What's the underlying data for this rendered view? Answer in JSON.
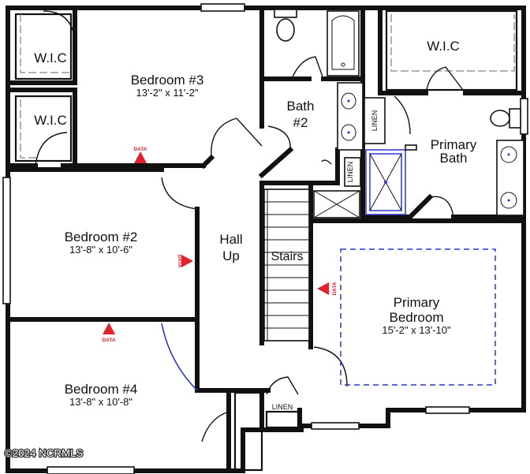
{
  "rooms": {
    "wic_1": {
      "name": "W.I.C"
    },
    "wic_2": {
      "name": "W.I.C"
    },
    "wic_primary": {
      "name": "W.I.C"
    },
    "bedroom_3": {
      "name": "Bedroom #3",
      "dimensions": "13'-2\" x 11'-2\""
    },
    "bedroom_2": {
      "name": "Bedroom #2",
      "dimensions": "13'-8\" x 10'-6\""
    },
    "bedroom_4": {
      "name": "Bedroom #4",
      "dimensions": "13'-8\" x 10'-8\""
    },
    "bath_2": {
      "name_line1": "Bath",
      "name_line2": "#2"
    },
    "hall": {
      "name_line1": "Hall",
      "name_line2": "Up"
    },
    "stairs": {
      "name": "Stairs"
    },
    "primary_bath": {
      "name_line1": "Primary",
      "name_line2": "Bath"
    },
    "primary_bedroom": {
      "name_line1": "Primary",
      "name_line2": "Bedroom",
      "dimensions": "15'-2\" x 13'-10\""
    }
  },
  "labels": {
    "linen_bath2": "LINEN",
    "linen_primary": "LINEN",
    "linen_hall": "LINEN"
  },
  "data_markers": {
    "label": "DATA",
    "color": "#e1232b"
  },
  "colors": {
    "walls": "#111111",
    "blue_lines": "#2a36c9"
  },
  "watermark": "©2024 NCRMLS"
}
